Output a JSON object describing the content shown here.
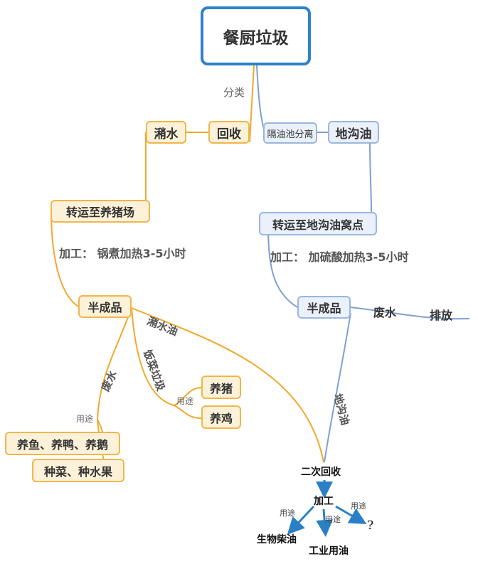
{
  "root": "餐厨垃圾",
  "edge_classify": "分类",
  "left": {
    "recycle": "回收",
    "swill": "潲水",
    "transport": "转运至养猪场",
    "process": "加工：  锅煮加热3-5小时",
    "semi": "半成品",
    "swill_oil": "潲水油",
    "waste_water": "废水",
    "food_waste": "饭菜垃圾",
    "use_label_1": "用途",
    "use_label_2": "用途",
    "pig": "养猪",
    "chicken": "养鸡",
    "fish": "养鱼、养鸭、养鹅",
    "veg": "种菜、种水果"
  },
  "right": {
    "separator": "隔油池分离",
    "gutter_oil": "地沟油",
    "transport": "转运至地沟油窝点",
    "process": "加工：  加硫酸加热3-5小时",
    "semi": "半成品",
    "waste_water": "废水",
    "discharge": "排放",
    "gutter_oil_edge": "地沟油"
  },
  "bottom": {
    "secondary": "二次回收",
    "process": "加工",
    "use_left": "用途",
    "use_mid": "用途",
    "use_right": "用途",
    "biodiesel": "生物柴油",
    "industrial": "工业用油",
    "unknown": "?"
  },
  "colors": {
    "orange": "#f0a92e",
    "blue": "#7f9fd3",
    "arrow": "#2a7fc5",
    "root_border": "#2e83c8"
  }
}
